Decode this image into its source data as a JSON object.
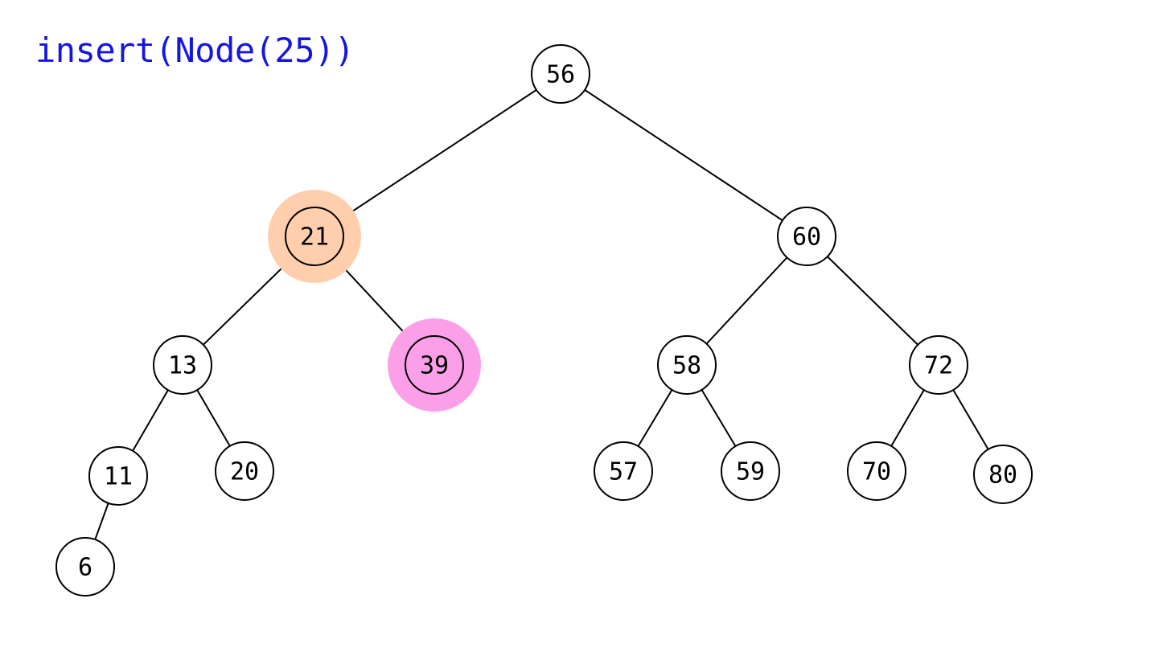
{
  "operation": "insert(Node(25))",
  "colors": {
    "title": "#1515e0",
    "highlight_current": "#ffcfad",
    "highlight_compare": "#fba0e8",
    "node_fill": "#ffffff",
    "stroke": "#000000"
  },
  "tree": {
    "nodes": [
      {
        "id": "n56",
        "value": "56"
      },
      {
        "id": "n21",
        "value": "21",
        "highlight": "current"
      },
      {
        "id": "n60",
        "value": "60"
      },
      {
        "id": "n13",
        "value": "13"
      },
      {
        "id": "n39",
        "value": "39",
        "highlight": "compare"
      },
      {
        "id": "n58",
        "value": "58"
      },
      {
        "id": "n72",
        "value": "72"
      },
      {
        "id": "n11",
        "value": "11"
      },
      {
        "id": "n20",
        "value": "20"
      },
      {
        "id": "n57",
        "value": "57"
      },
      {
        "id": "n59",
        "value": "59"
      },
      {
        "id": "n70",
        "value": "70"
      },
      {
        "id": "n80",
        "value": "80"
      },
      {
        "id": "n6",
        "value": "6"
      }
    ],
    "edges": [
      [
        "n56",
        "n21"
      ],
      [
        "n56",
        "n60"
      ],
      [
        "n21",
        "n13"
      ],
      [
        "n21",
        "n39"
      ],
      [
        "n60",
        "n58"
      ],
      [
        "n60",
        "n72"
      ],
      [
        "n13",
        "n11"
      ],
      [
        "n13",
        "n20"
      ],
      [
        "n58",
        "n57"
      ],
      [
        "n58",
        "n59"
      ],
      [
        "n72",
        "n70"
      ],
      [
        "n72",
        "n80"
      ],
      [
        "n11",
        "n6"
      ]
    ]
  }
}
